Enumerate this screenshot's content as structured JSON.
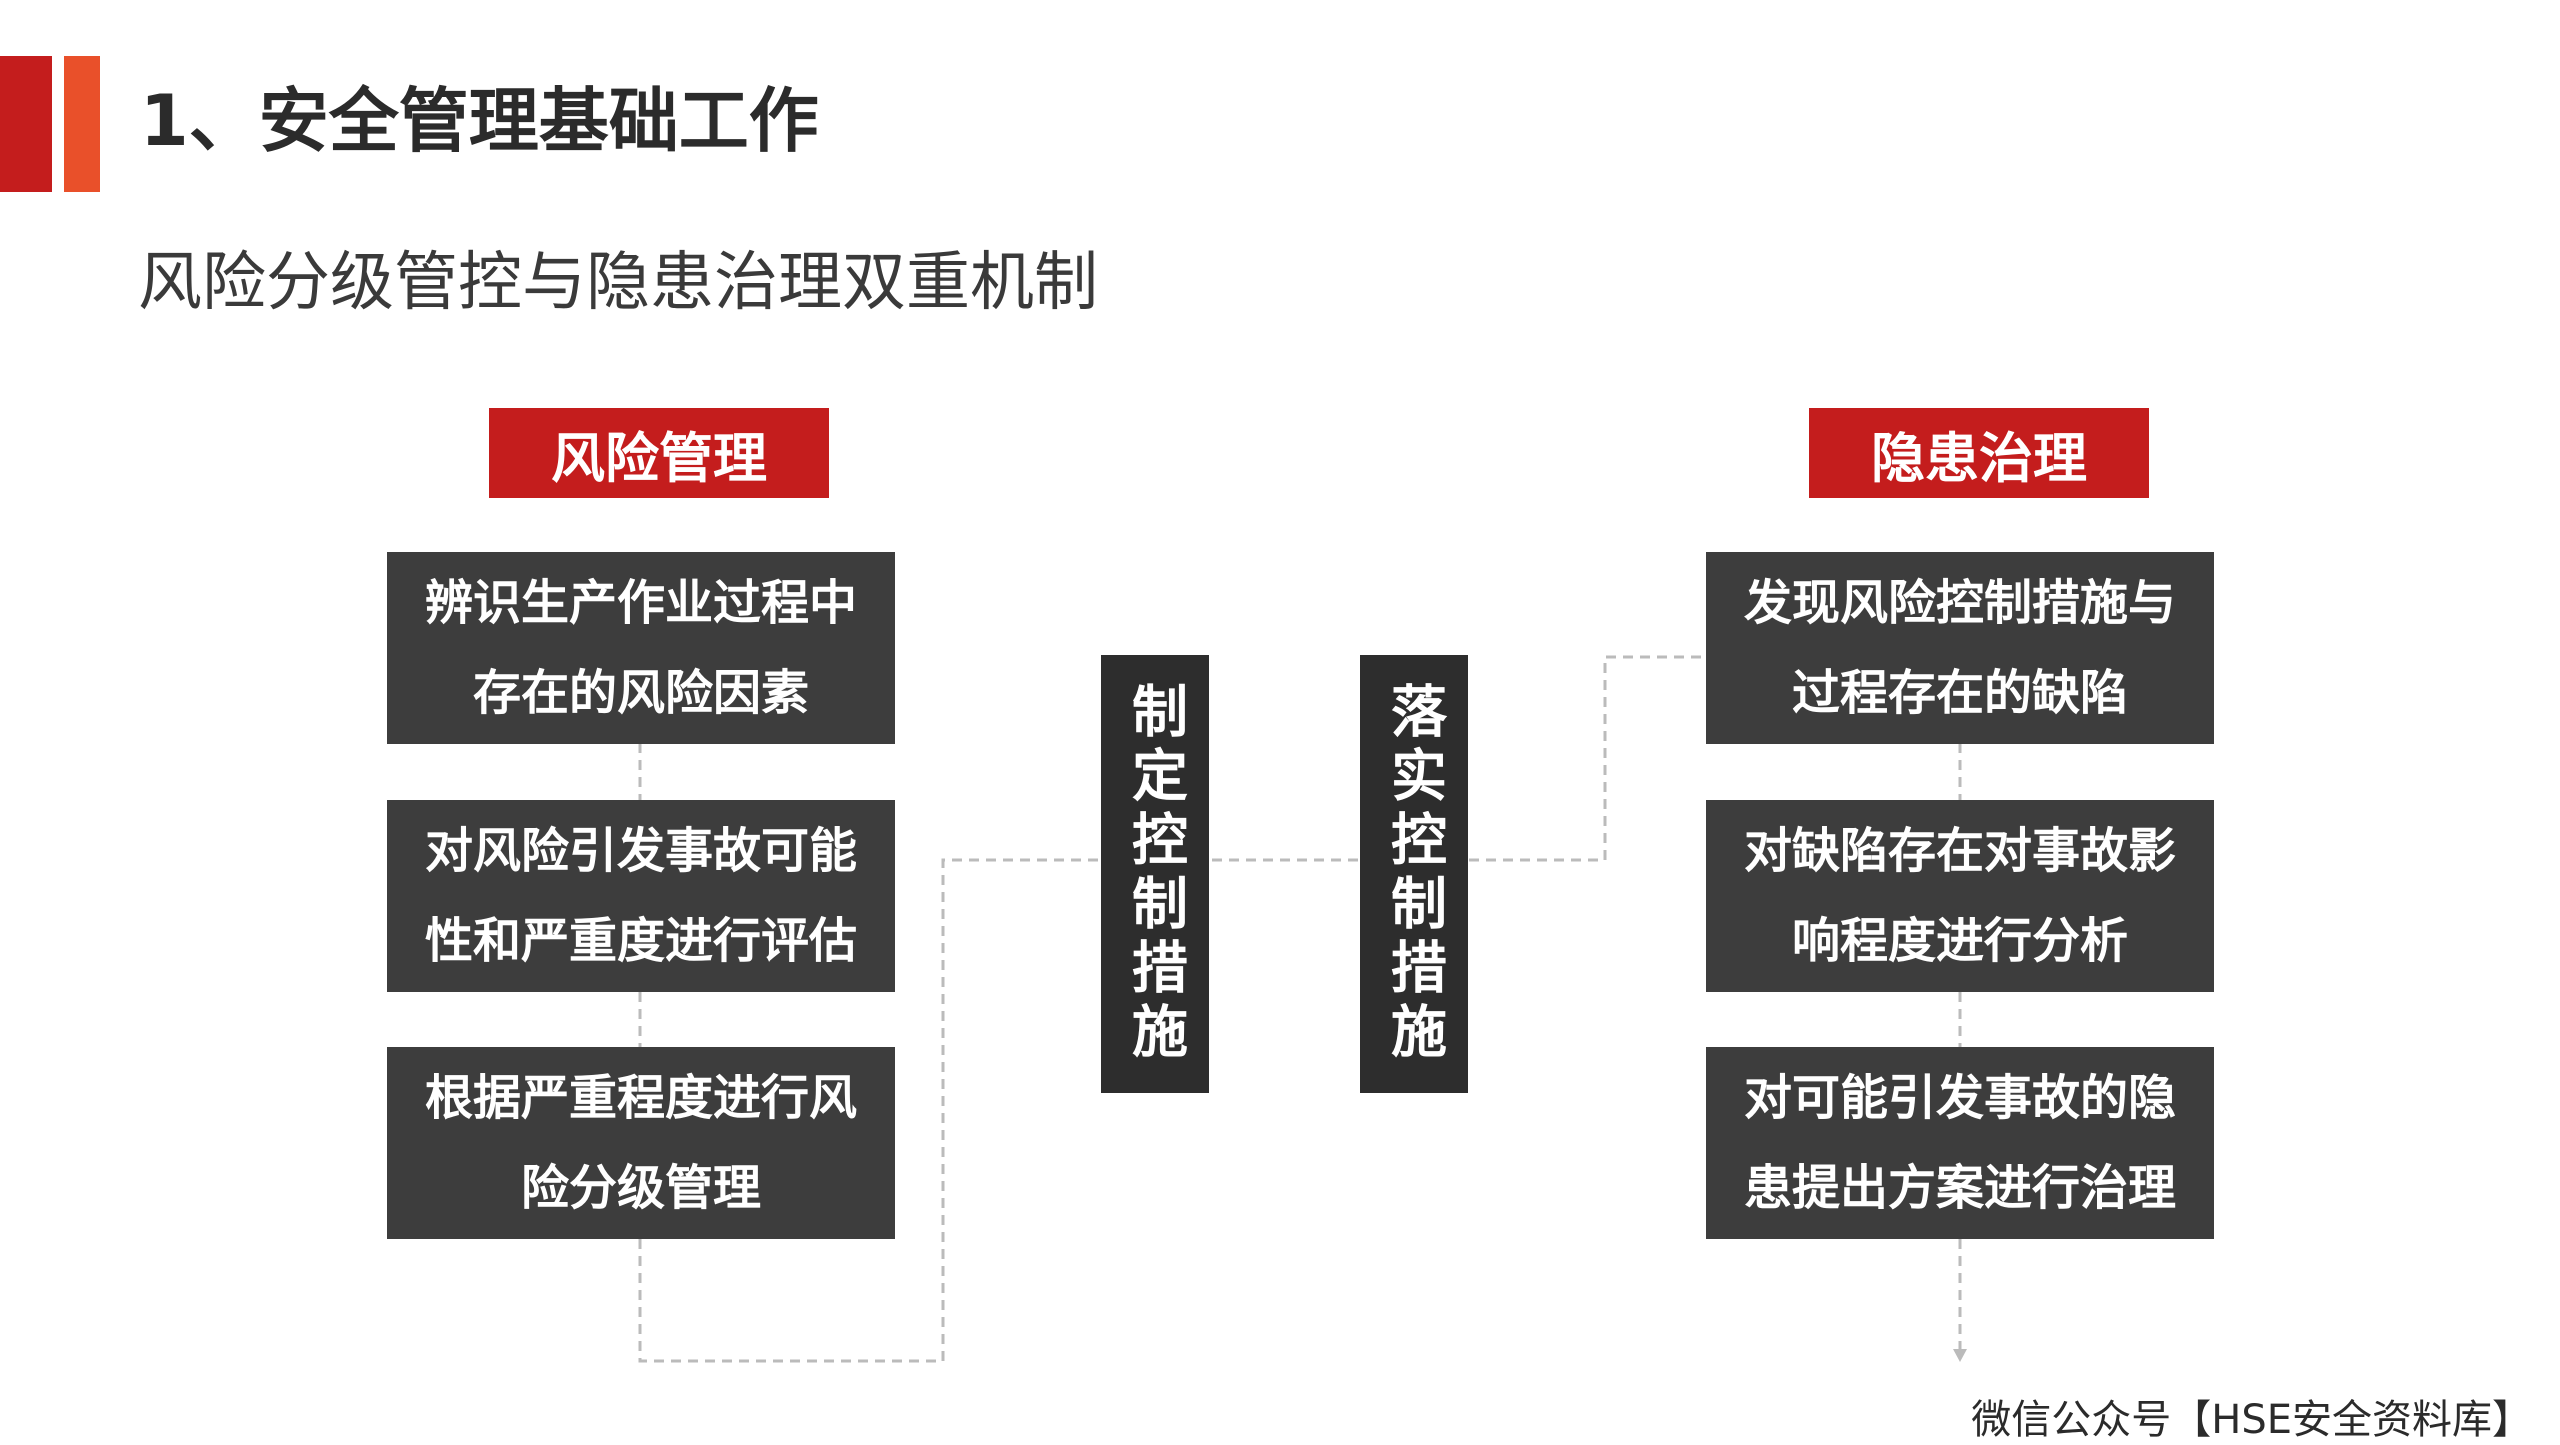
{
  "title": "1、安全管理基础工作",
  "subtitle": "风险分级管控与隐患治理双重机制",
  "left": {
    "header": "风险管理",
    "steps": [
      {
        "line1": "辨识生产作业过程中",
        "line2": "存在的风险因素"
      },
      {
        "line1": "对风险引发事故可能",
        "line2": "性和严重度进行评估"
      },
      {
        "line1": "根据严重程度进行风",
        "line2": "险分级管理"
      }
    ]
  },
  "right": {
    "header": "隐患治理",
    "steps": [
      {
        "line1": "发现风险控制措施与",
        "line2": "过程存在的缺陷"
      },
      {
        "line1": "对缺陷存在对事故影",
        "line2": "响程度进行分析"
      },
      {
        "line1": "对可能引发事故的隐",
        "line2": "患提出方案进行治理"
      }
    ]
  },
  "center": {
    "formulate": "制定控制措施",
    "implement": "落实控制措施"
  },
  "footer": "微信公众号【HSE安全资料库】",
  "colors": {
    "accent_red": "#c41d1d",
    "accent_orange": "#e9502a",
    "box_dark": "#3d3d3d",
    "connector": "#bbbbbb"
  }
}
